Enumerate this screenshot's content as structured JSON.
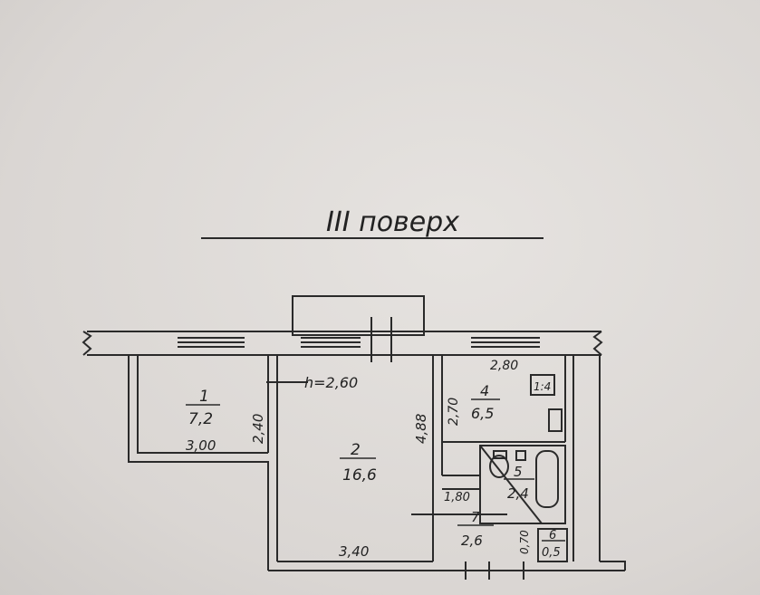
{
  "floor_title": "III поверх",
  "ceiling_height": "h=2,60",
  "rooms": [
    {
      "number": "1",
      "area": "7,2",
      "width": "3,00",
      "depth": "2,40"
    },
    {
      "number": "2",
      "area": "16,6",
      "width": "3,40",
      "depth": "4,88"
    },
    {
      "number": "4",
      "area": "6,5",
      "width": "2,80",
      "depth": "2,70"
    },
    {
      "number": "5",
      "area": "2,4"
    },
    {
      "number": "7",
      "area": "2,6",
      "dim_a": "1,80",
      "dim_b": "0,70"
    },
    {
      "number": "6",
      "area": "0,5"
    }
  ],
  "stove_label": "1:4"
}
